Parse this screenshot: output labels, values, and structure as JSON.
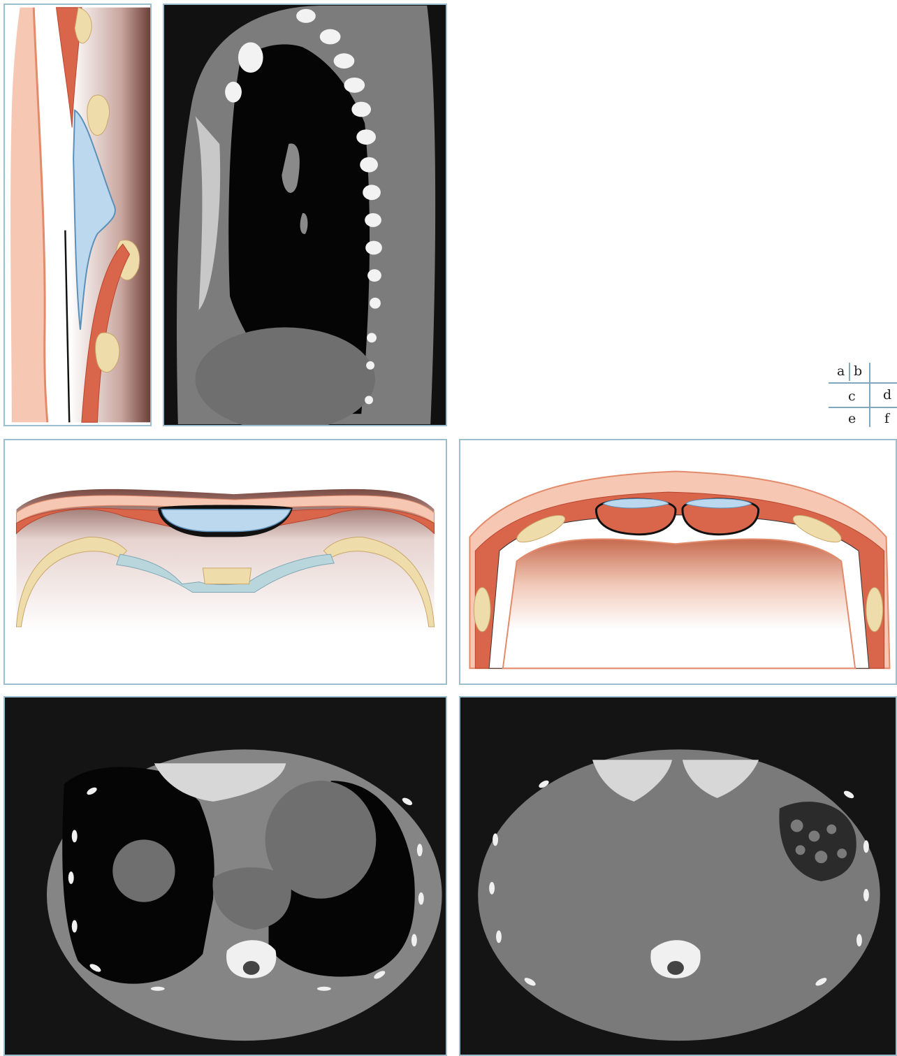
{
  "panel_key": {
    "a": "a",
    "b": "b",
    "c": "c",
    "d": "d",
    "e": "e",
    "f": "f"
  },
  "colors": {
    "panel_border": "#9cbfd0",
    "skin": "#f6c7b2",
    "muscle": "#d9654a",
    "bone": "#eedcaa",
    "fluid_cyst": "#bcd8ee",
    "cartilage": "#b9d6dc",
    "ct_background": "#141414"
  }
}
